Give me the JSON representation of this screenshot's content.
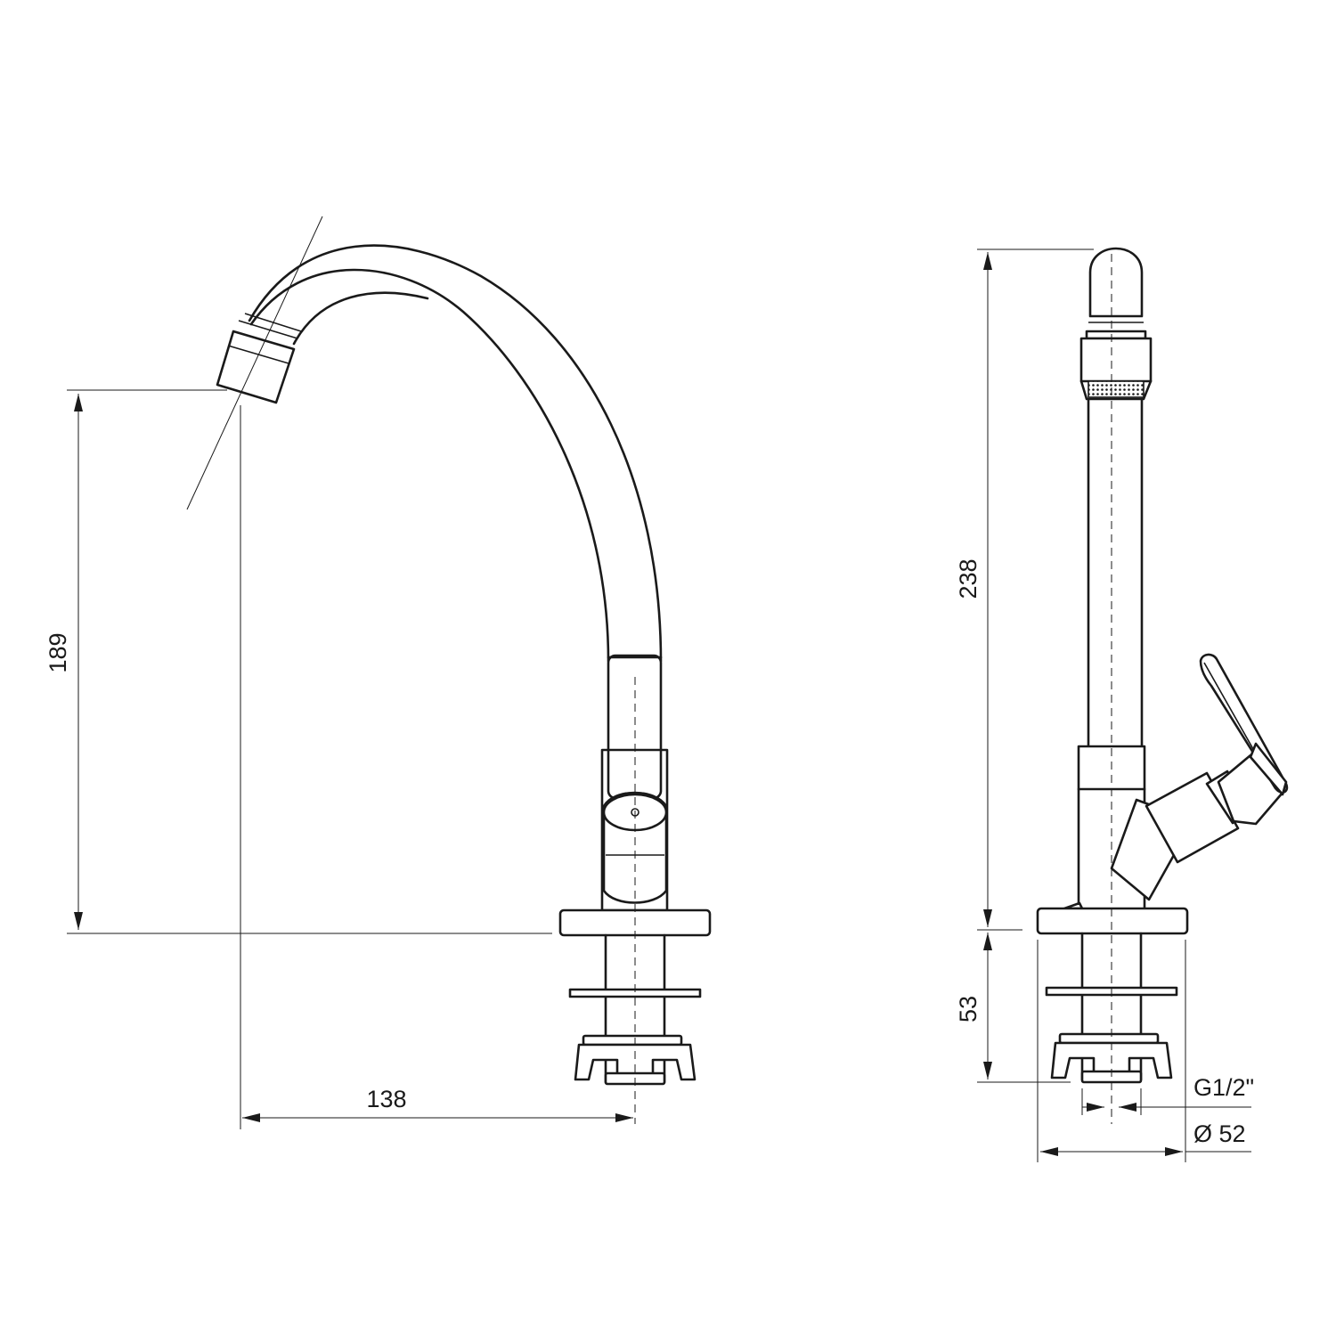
{
  "dimensions": {
    "side_height": "189",
    "side_reach": "138",
    "front_height": "238",
    "below_deck": "53",
    "thread": "G1/2\"",
    "base_diameter": "Ø 52"
  }
}
